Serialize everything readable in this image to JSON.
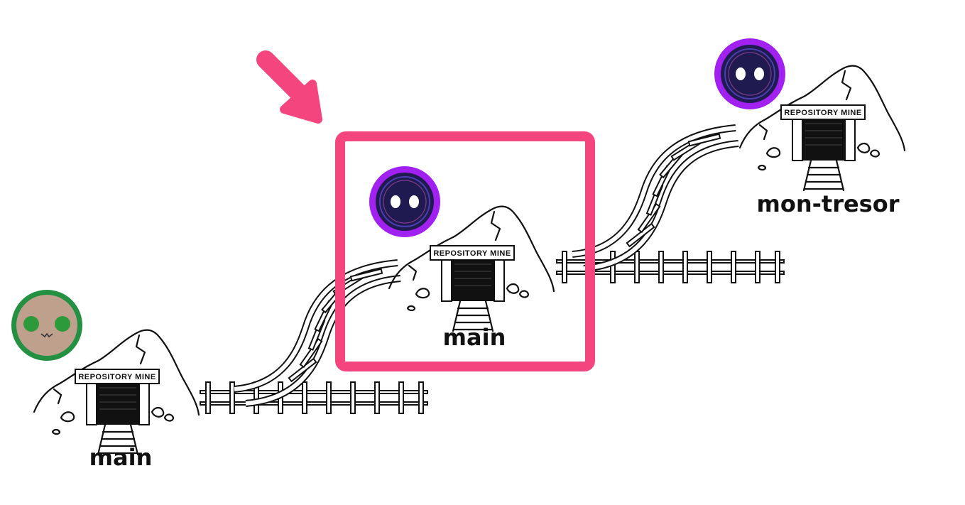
{
  "colors": {
    "highlight": "#f5457e",
    "user_left_ring": "#239042",
    "user_left_face": "#bfa08d",
    "user_left_eyes": "#2c9a3a",
    "user_dark_ring": "#a021f0",
    "user_dark_face": "#1f1a4f"
  },
  "mines": [
    {
      "sign": "REPOSITORY MINE",
      "label": "main"
    },
    {
      "sign": "REPOSITORY MINE",
      "label": "main"
    },
    {
      "sign": "REPOSITORY MINE",
      "label": "mon-tresor"
    }
  ],
  "avatars": [
    {
      "icon": "green-smiling-avatar-icon"
    },
    {
      "icon": "dark-purple-avatar-icon"
    },
    {
      "icon": "dark-purple-avatar-icon"
    }
  ],
  "highlight": {
    "icon": "pink-arrow-icon"
  }
}
